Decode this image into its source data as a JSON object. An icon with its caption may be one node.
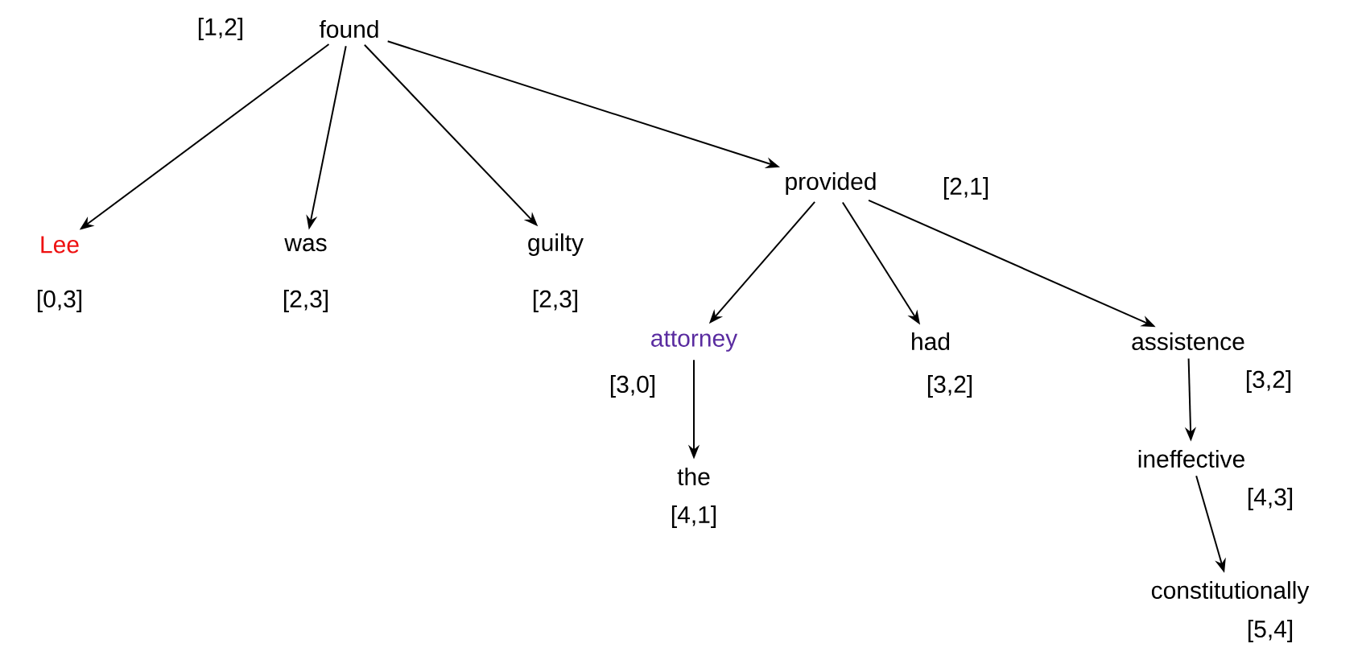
{
  "diagram": {
    "nodes": [
      {
        "text": [
          "found"
        ],
        "beside": [
          "[1,2]"
        ]
      },
      {
        "text": [
          "Lee"
        ],
        "beside": [
          "[0,3]"
        ]
      },
      {
        "text": [
          "was"
        ],
        "beside": [
          "[2,3]"
        ]
      },
      {
        "text": [
          "guilty"
        ],
        "beside": [
          "[2,3]"
        ]
      },
      {
        "text": [
          "provided"
        ],
        "beside": [
          "[2,1]"
        ]
      },
      {
        "text": [
          "attorney"
        ],
        "beside": [
          "[3,0]"
        ]
      },
      {
        "text": [
          "had"
        ],
        "beside": [
          "[3,2]"
        ]
      },
      {
        "text": [
          "assistence"
        ],
        "beside": [
          "[3,2]"
        ]
      },
      {
        "text": [
          "the"
        ],
        "beside": [
          "[4,1]"
        ]
      },
      {
        "text": [
          "ineffective"
        ],
        "beside": [
          "[4,3]"
        ]
      },
      {
        "text": [
          "constitutionally"
        ],
        "beside": [
          "[5,4]"
        ]
      }
    ],
    "edges": [
      {
        "from": 0,
        "to": 1,
        "arrow": "to"
      },
      {
        "from": 0,
        "to": 2,
        "arrow": "to"
      },
      {
        "from": 0,
        "to": 3,
        "arrow": "to"
      },
      {
        "from": 0,
        "to": 4,
        "arrow": "to"
      },
      {
        "from": 4,
        "to": 5,
        "arrow": "to"
      },
      {
        "from": 4,
        "to": 6,
        "arrow": "to"
      },
      {
        "from": 4,
        "to": 7,
        "arrow": "to"
      },
      {
        "from": 5,
        "to": 8,
        "arrow": "to"
      },
      {
        "from": 7,
        "to": 9,
        "arrow": "to"
      },
      {
        "from": 9,
        "to": 10,
        "arrow": "to"
      }
    ]
  }
}
